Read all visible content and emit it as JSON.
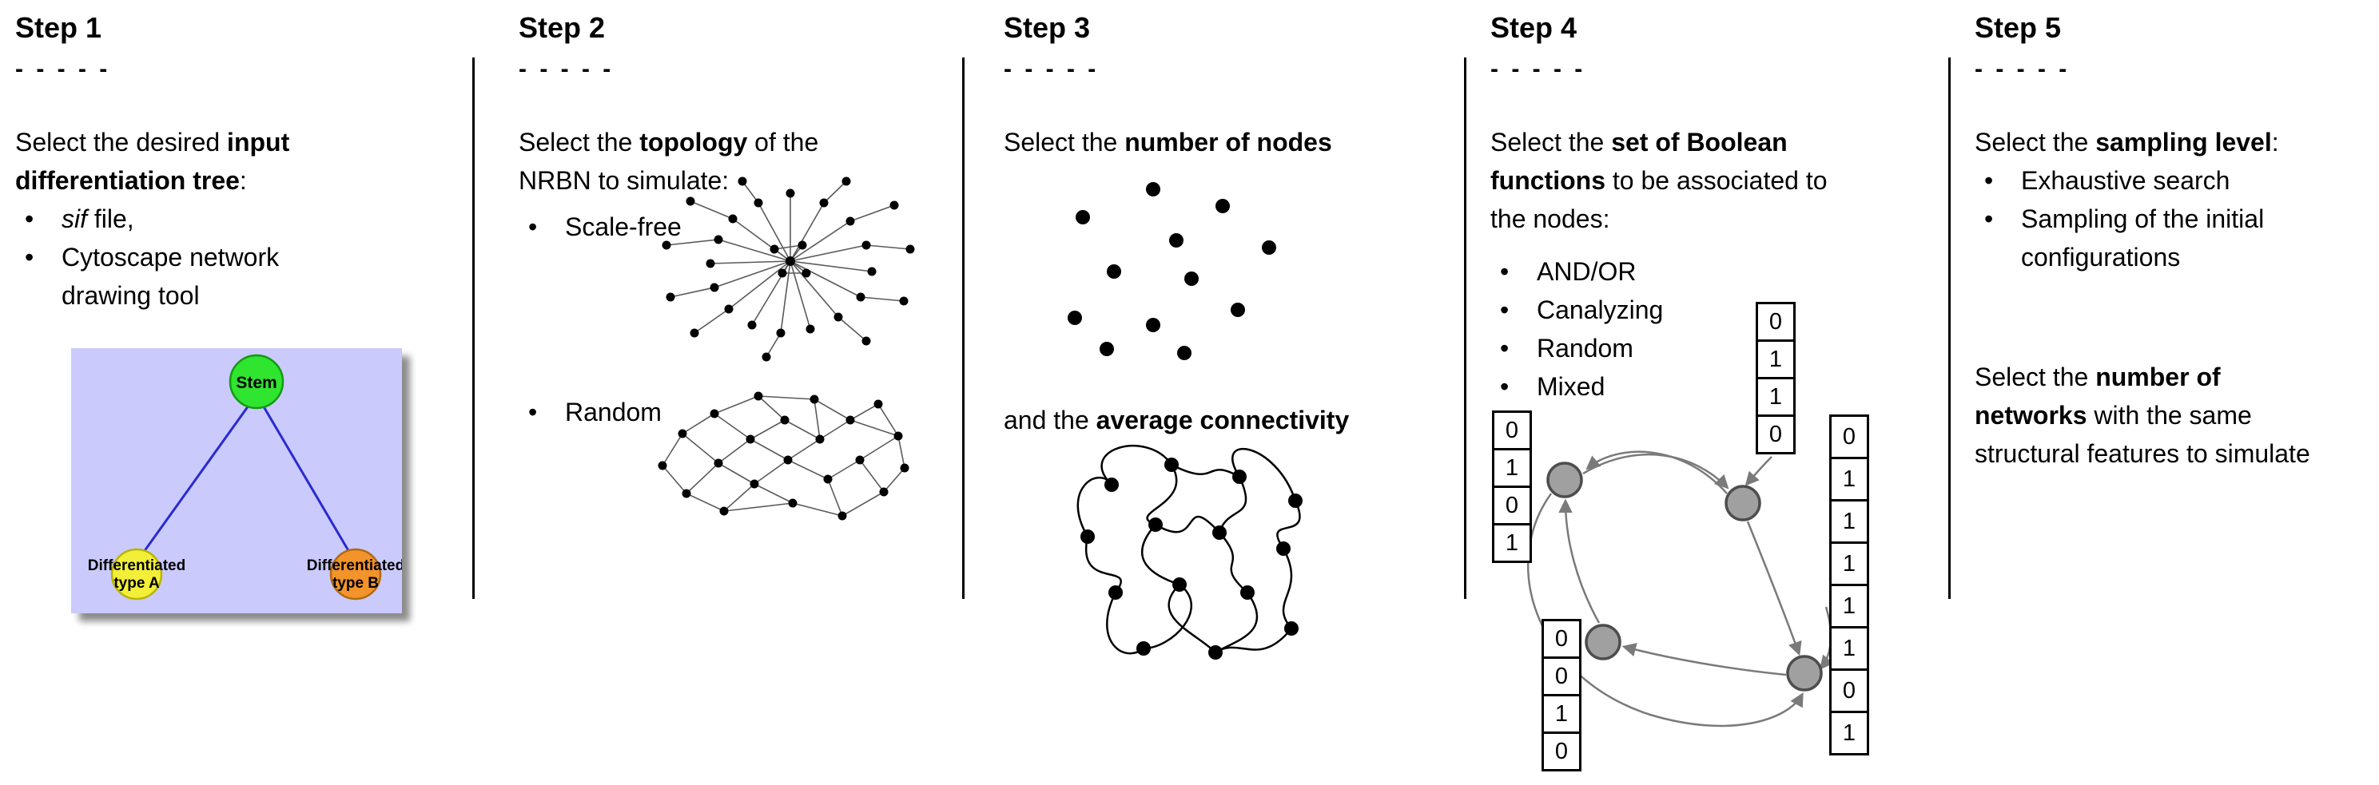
{
  "dashes": "- - - - -",
  "steps": {
    "step1": {
      "title": "Step 1",
      "intro": {
        "pre": "Select the desired ",
        "bold": "input\ndifferentiation tree",
        "post": ":"
      },
      "bullet1": {
        "italic": "sif",
        "rest": " file,"
      },
      "bullet2": "Cytoscape network\ndrawing tool",
      "tree": {
        "root": "Stem",
        "left_line1": "Differentiated",
        "left_line2": "type A",
        "right_line1": "Differentiated",
        "right_line2": "type B"
      }
    },
    "step2": {
      "title": "Step 2",
      "intro": {
        "pre": "Select the ",
        "bold": "topology",
        "post": " of the\nNRBN to simulate:"
      },
      "bullets": [
        "Scale-free",
        "Random"
      ]
    },
    "step3": {
      "title": "Step 3",
      "line1": {
        "pre": "Select the ",
        "bold": "number of nodes"
      },
      "line2": {
        "pre": "and the ",
        "bold": "average connectivity"
      }
    },
    "step4": {
      "title": "Step 4",
      "intro": {
        "pre": "Select the ",
        "bold": "set of Boolean\nfunctions",
        "post": " to be associated to\nthe nodes:"
      },
      "bullets": [
        "AND/OR",
        "Canalyzing",
        "Random",
        "Mixed"
      ],
      "tables": {
        "left": [
          "0",
          "1",
          "0",
          "1"
        ],
        "top": [
          "0",
          "1",
          "1",
          "0"
        ],
        "right": [
          "0",
          "1",
          "1",
          "1",
          "1",
          "1",
          "0",
          "1"
        ],
        "bottom": [
          "0",
          "0",
          "1",
          "0"
        ]
      }
    },
    "step5": {
      "title": "Step 5",
      "line1": {
        "pre": "Select the ",
        "bold": "sampling level",
        "post": ":"
      },
      "bullets": [
        "Exhaustive search",
        "Sampling of the initial\nconfigurations"
      ],
      "line2": {
        "pre": "Select the ",
        "bold": "number of\nnetworks",
        "post": " with the same\nstructural features to simulate"
      }
    }
  },
  "colors": {
    "tree_background": "#cacafc",
    "stem_node": "#2fe52f",
    "type_a_node": "#f3ef39",
    "type_b_node": "#f2932c",
    "tree_edge": "#2a2ad0",
    "boolean_node_gray": "#a0a0a0"
  }
}
